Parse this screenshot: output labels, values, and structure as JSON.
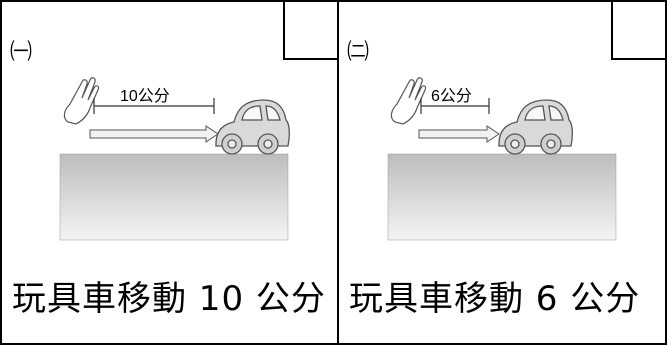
{
  "panels": [
    {
      "marker": "㈠",
      "distance_label": "10公分",
      "caption": "玩具車移動 10 公分"
    },
    {
      "marker": "㈡",
      "distance_label": "6公分",
      "caption": "玩具車移動 6 公分"
    }
  ],
  "colors": {
    "border": "#000000",
    "ground_top": "#bdbdbd",
    "ground_bottom": "#f2f2f2",
    "car_body": "#d9d9d9",
    "wheel": "#c8c8c8"
  }
}
